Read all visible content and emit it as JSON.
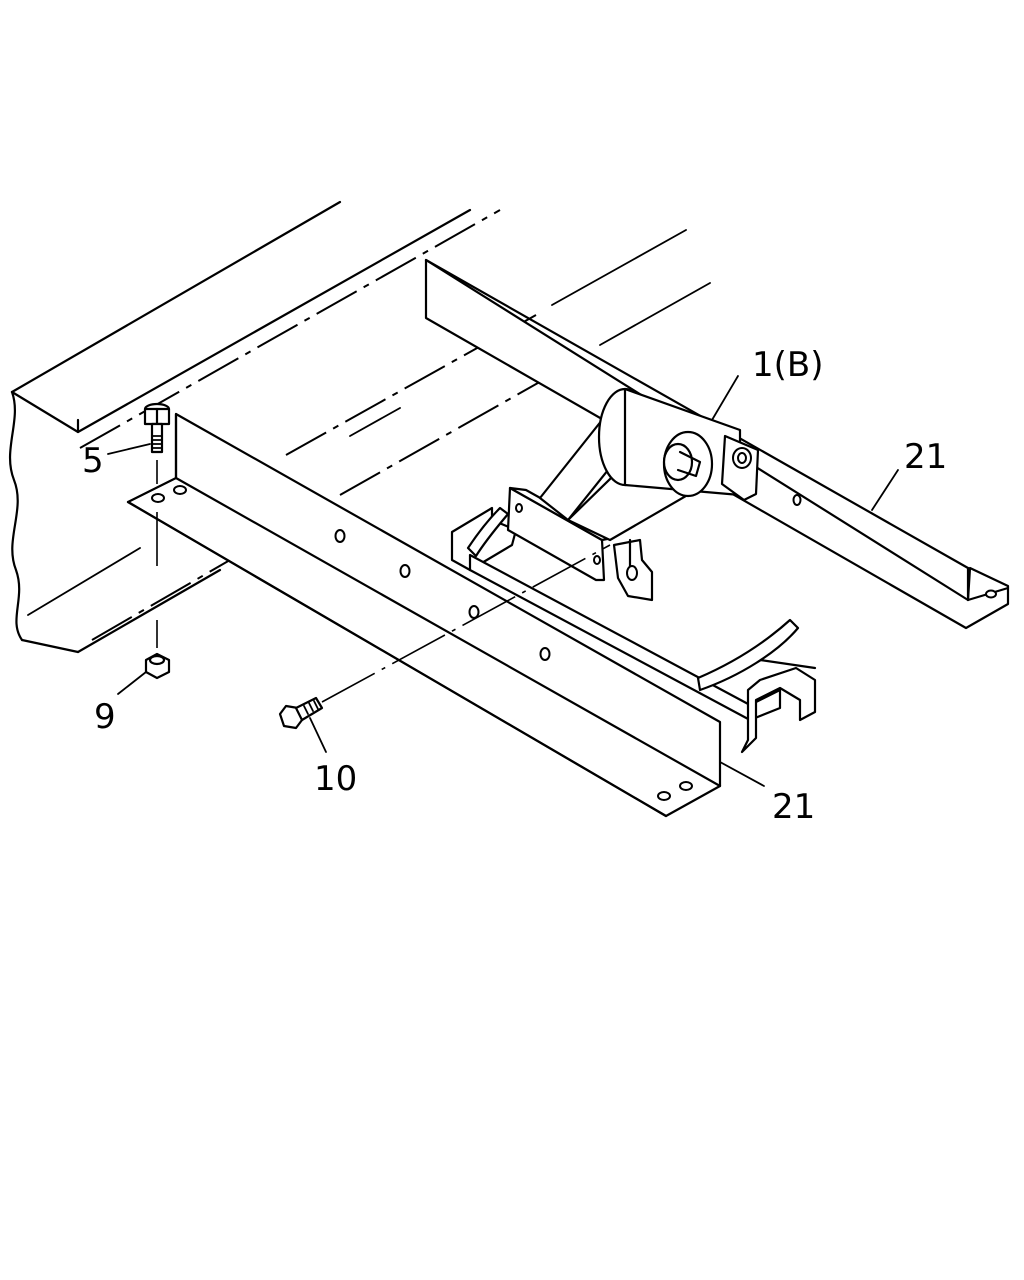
{
  "callouts": {
    "part_1": "1(B)",
    "part_21_upper": "21",
    "part_21_lower": "21",
    "part_5": "5",
    "part_9": "9",
    "part_10": "10"
  }
}
